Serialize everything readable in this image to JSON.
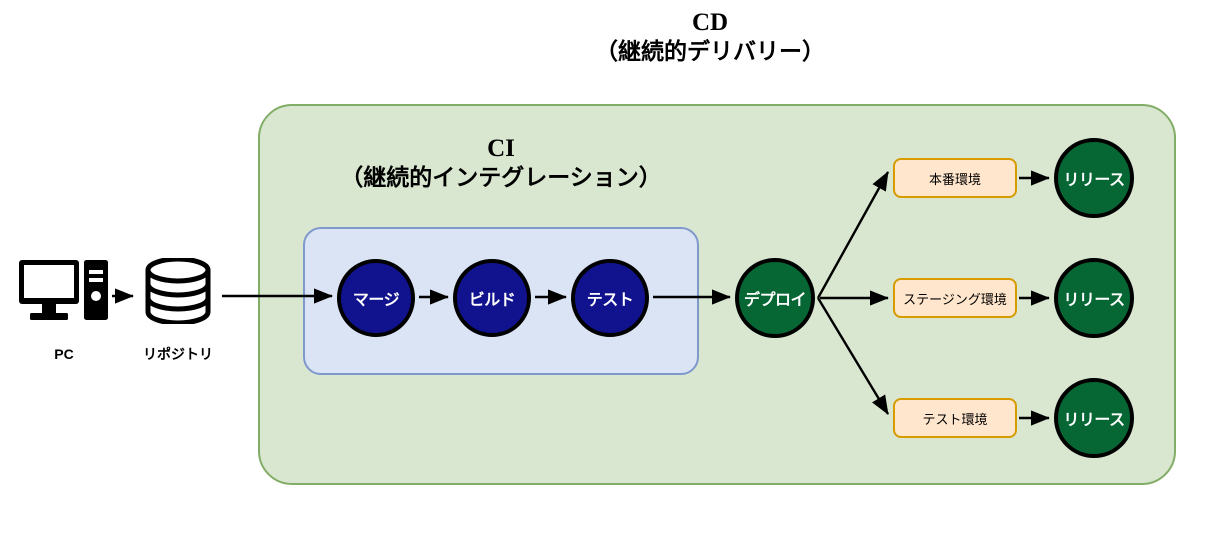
{
  "diagram": {
    "type": "flow",
    "background": "#ffffff",
    "titles": {
      "cd_line1": "CD",
      "cd_line2": "（継続的デリバリー）",
      "ci_line1": "CI",
      "ci_line2": "（継続的インテグレーション）"
    },
    "colors": {
      "cd_container_fill": "#d9e7d0",
      "cd_container_border": "#82ad67",
      "ci_container_fill": "#dae4f4",
      "ci_container_border": "#8099cc",
      "ci_stage_circle": "#11138e",
      "deploy_circle": "#066634",
      "release_circle": "#066634",
      "env_box_fill": "#ffe6cc",
      "env_box_border": "#d79b00",
      "arrow": "#000000"
    },
    "source_icons": [
      {
        "icon": "desktop-computer-icon",
        "label": "PC"
      },
      {
        "icon": "database-cylinder-icon",
        "label": "リポジトリ"
      }
    ],
    "ci_stages": [
      {
        "label": "マージ"
      },
      {
        "label": "ビルド"
      },
      {
        "label": "テスト"
      }
    ],
    "deploy": {
      "label": "デプロイ"
    },
    "environments": [
      {
        "label": "本番環境"
      },
      {
        "label": "ステージング環境"
      },
      {
        "label": "テスト環境"
      }
    ],
    "releases": [
      {
        "label": "リリース"
      },
      {
        "label": "リリース"
      },
      {
        "label": "リリース"
      }
    ]
  }
}
